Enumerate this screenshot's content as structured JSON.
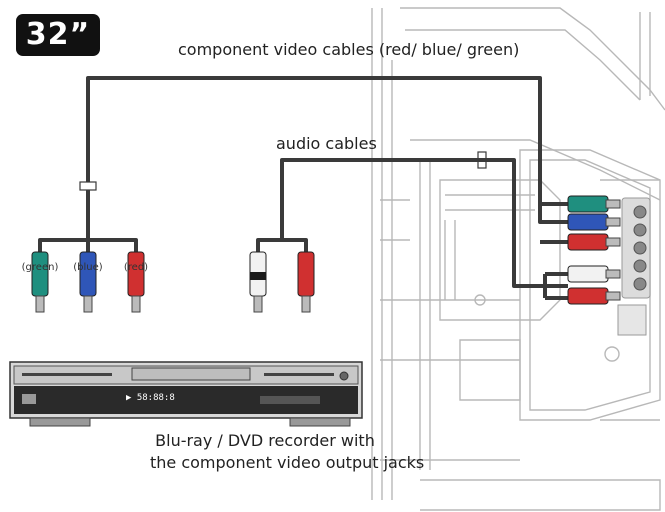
{
  "badge": {
    "text": "32”"
  },
  "labels": {
    "component_cables": "component video cables (red/ blue/ green)",
    "audio_cables": "audio cables"
  },
  "plug_labels": {
    "green": "(green)",
    "blue": "(blue)",
    "red": "(red)"
  },
  "device": {
    "display_text": "▶ 58:88:8"
  },
  "caption": {
    "line1": "Blu-ray / DVD recorder with",
    "line2": "the component video output jacks"
  },
  "colors": {
    "cable": "#3a3a3a",
    "plug_green": "#1f8f7f",
    "plug_blue": "#2f56b8",
    "plug_red": "#d03030",
    "plug_white": "#f2f2f2",
    "plug_black": "#1a1a1a",
    "tv_line": "#b8b8b8"
  }
}
